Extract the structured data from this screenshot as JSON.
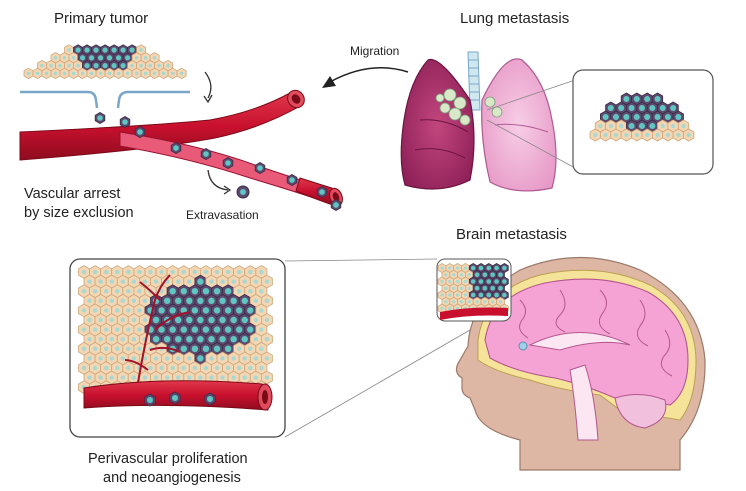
{
  "labels": {
    "primary_tumor": "Primary tumor",
    "lung_metastasis": "Lung metastasis",
    "migration": "Migration",
    "vascular_arrest_line1": "Vascular arrest",
    "vascular_arrest_line2": "by size exclusion",
    "extravasation": "Extravasation",
    "brain_metastasis": "Brain metastasis",
    "perivascular_line1": "Perivascular proliferation",
    "perivascular_line2": "and neoangiogenesis"
  },
  "colors": {
    "vessel": "#c8102e",
    "vessel_dark": "#8e0c1f",
    "tumor_cell": "#5e4a6e",
    "tumor_nucleus": "#5fc6c2",
    "normal_cell": "#f3d6b3",
    "normal_cell_border": "#cfa77b",
    "lung_left": "#b02e6a",
    "lung_right": "#f2b7d9",
    "brain": "#f5a3d4",
    "skull": "#f6e39a",
    "head": "#ddb6a4"
  },
  "icons": {
    "migration_arrow": "curved-arrow-left",
    "extravasation_arrow": "curved-arrow-down"
  }
}
